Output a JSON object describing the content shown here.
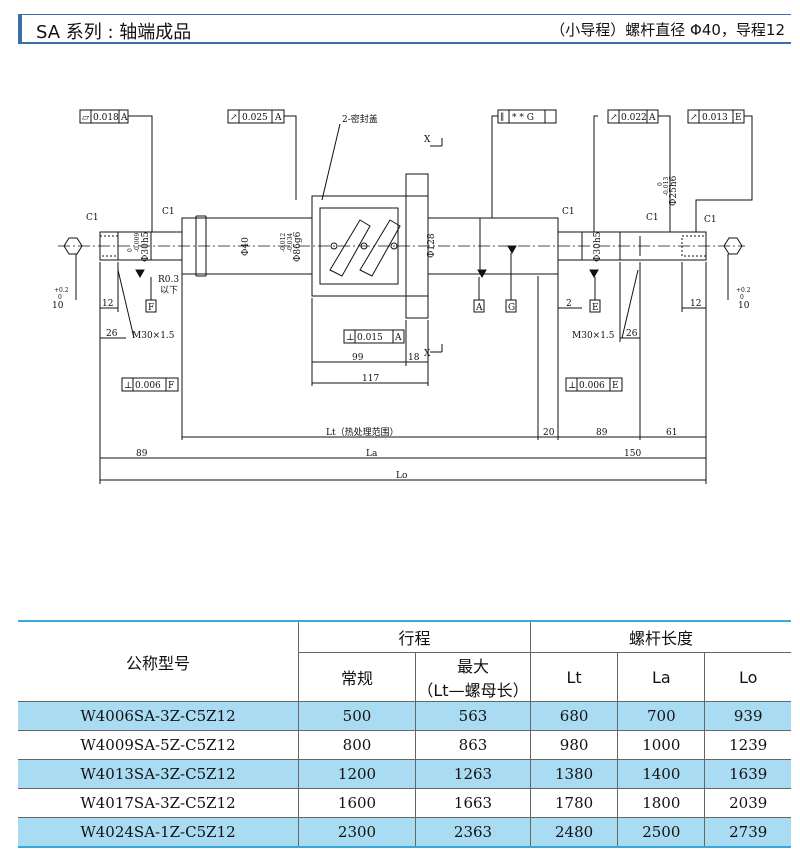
{
  "header": {
    "title_left": "SA 系列 :  轴端成品",
    "title_right": "（小导程）螺杆直径 Φ40，导程12"
  },
  "drawing": {
    "tolerances": {
      "t_0018_A": "0.018",
      "t_0025_A": "0.025",
      "t_parallel_G": "* * G",
      "t_0022_A": "0.022",
      "t_0013_E": "0.013",
      "t_0015_A": "0.015",
      "t_0006_F": "0.006",
      "t_0006_E": "0.006"
    },
    "datum_letters": {
      "A": "A",
      "E": "E",
      "F": "F",
      "G": "G"
    },
    "labels": {
      "seal": "2-密封盖",
      "c1": "C1",
      "r03": "R0.3",
      "r03_below": "以下",
      "x": "X",
      "m30": "M30×1.5"
    },
    "diameters": {
      "d30h5_left": "Φ30h5",
      "d40": "Φ40",
      "d86g6": "Φ86g6",
      "d86_tol_top": "-0.012",
      "d86_tol_bot": "-0.034",
      "d128": "Φ128",
      "d30h5_right": "Φ30h5",
      "d25h6": "Φ25h6",
      "d25_tol_top": "0",
      "d25_tol_bot": "-0.013",
      "d30_tol_top": "0",
      "d30_tol_bot": "-0.009"
    },
    "dimensions": {
      "d10_left": "10",
      "d10_left_tol_top": "+0.2",
      "d10_left_tol_bot": "0",
      "d12_left": "12",
      "d26_left": "26",
      "d99": "99",
      "d18": "18",
      "d117": "117",
      "d2": "2",
      "d12_right": "12",
      "d10_right": "10",
      "d10_right_tol_top": "+0.2",
      "d10_right_tol_bot": "0",
      "d26_right": "26",
      "lt": "Lt（热处理范围）",
      "d20": "20",
      "d89_right": "89",
      "d61": "61",
      "d89_left": "89",
      "la": "La",
      "d150": "150",
      "lo": "Lo"
    }
  },
  "table": {
    "col_model": "公称型号",
    "col_stroke": "行程",
    "col_stroke_normal": "常规",
    "col_stroke_max_line1": "最大",
    "col_stroke_max_line2": "（Lt—螺母长）",
    "col_length": "螺杆长度",
    "col_lt": "Lt",
    "col_la": "La",
    "col_lo": "Lo",
    "rows": [
      {
        "model": "W4006SA-3Z-C5Z12",
        "normal": "500",
        "max": "563",
        "lt": "680",
        "la": "700",
        "lo": "939"
      },
      {
        "model": "W4009SA-5Z-C5Z12",
        "normal": "800",
        "max": "863",
        "lt": "980",
        "la": "1000",
        "lo": "1239"
      },
      {
        "model": "W4013SA-3Z-C5Z12",
        "normal": "1200",
        "max": "1263",
        "lt": "1380",
        "la": "1400",
        "lo": "1639"
      },
      {
        "model": "W4017SA-3Z-C5Z12",
        "normal": "1600",
        "max": "1663",
        "lt": "1780",
        "la": "1800",
        "lo": "2039"
      },
      {
        "model": "W4024SA-1Z-C5Z12",
        "normal": "2300",
        "max": "2363",
        "lt": "2480",
        "la": "2500",
        "lo": "2739"
      }
    ]
  },
  "colors": {
    "header_blue": "#3a6fa8",
    "row_highlight": "#a9dcf2",
    "table_rule": "#3aa8d8"
  }
}
